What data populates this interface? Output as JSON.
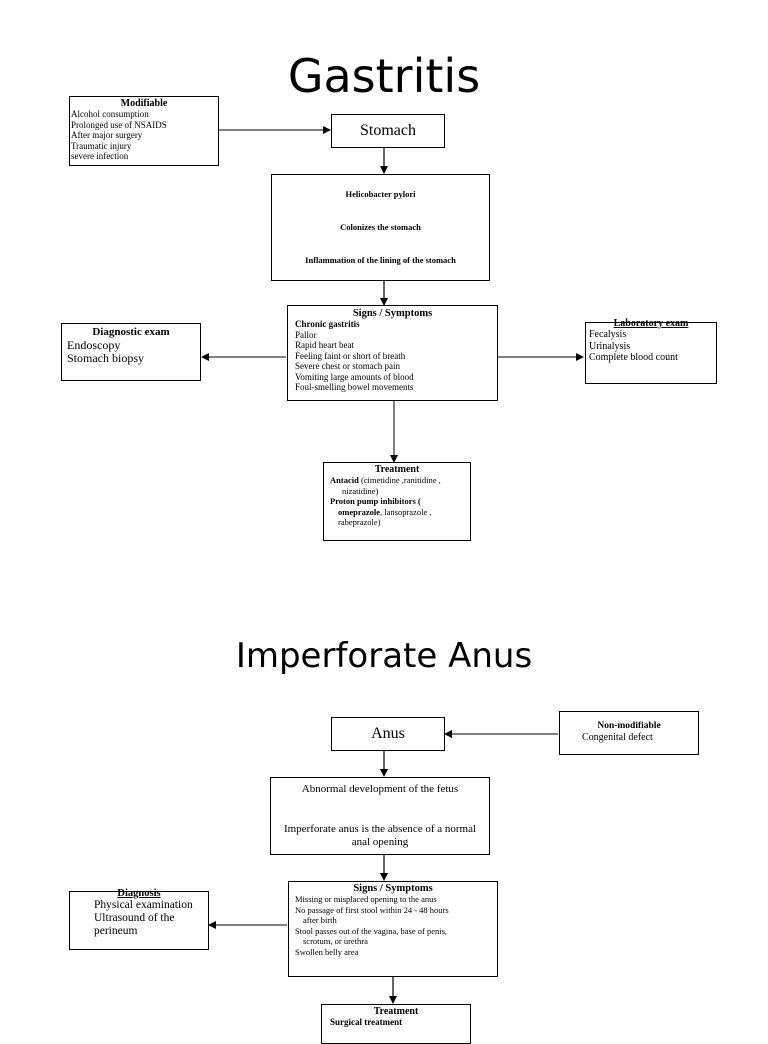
{
  "gastritis": {
    "title": "Gastritis",
    "modifiable": {
      "header": "Modifiable",
      "items": [
        "Alcohol consumption",
        "Prolonged use of  NSAIDS",
        "After major surgery",
        "Traumatic injury",
        "severe infection"
      ]
    },
    "stomach": "Stomach",
    "flow": [
      "Helicobacter pylori",
      "Colonizes the stomach",
      "Inflammation of the lining of the stomach"
    ],
    "signs": {
      "header": "Signs / Symptoms",
      "subheader": "Chronic gastritis",
      "items": [
        "Pallor",
        "Rapid heart beat",
        "Feeling faint or short of breath",
        "Severe chest or stomach pain",
        "Vomiting large amounts of blood",
        "Foul-smelling bowel movements"
      ]
    },
    "diagnostic": {
      "header": "Diagnostic exam",
      "items": [
        "Endoscopy",
        "Stomach biopsy"
      ]
    },
    "laboratory": {
      "header": "Laboratory exam",
      "items": [
        "Fecalysis",
        "Urinalysis",
        "Complete blood count"
      ]
    },
    "treatment": {
      "header": "Treatment",
      "line1_bold": "Antacid",
      "line1_rest": " (cimetidine ,ranitidine ,",
      "line2": "nizatidine)",
      "line3_bold": "Proton pump inhibitors (",
      "line4_bold": "omeprazole",
      "line4_rest": ", lansoprazole ,",
      "line5": "rabeprazole)"
    }
  },
  "imperforate": {
    "title": "Imperforate Anus",
    "anus": "Anus",
    "nonmodifiable": {
      "header": "Non-modifiable",
      "items": [
        "Congenital defect"
      ]
    },
    "flow": [
      "Abnormal development of the fetus",
      "Imperforate anus is the absence of a normal anal opening"
    ],
    "signs": {
      "header": "Signs / Symptoms",
      "items": [
        "Missing or misplaced opening to the anus",
        "No passage of first stool within 24 - 48 hours",
        "after birth",
        "Stool passes out of the vagina, base of penis,",
        "scrotum, or urethra",
        "Swollen belly area"
      ]
    },
    "diagnosis": {
      "header": "Diagnosis",
      "items": [
        "Physical examination",
        "Ultrasound of the",
        "perineum"
      ]
    },
    "treatment": {
      "header": "Treatment",
      "first": "Surgical treatment"
    }
  }
}
